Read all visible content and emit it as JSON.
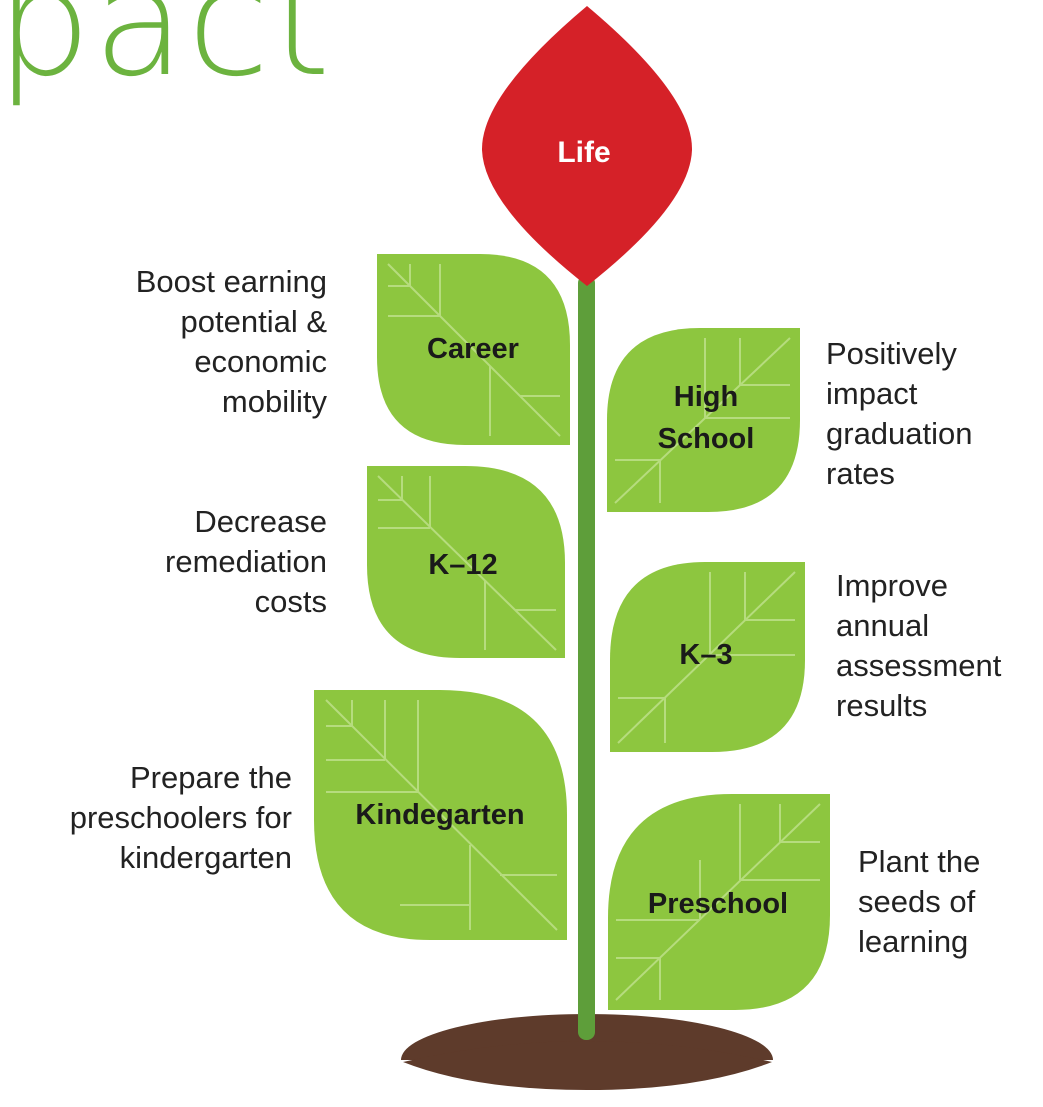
{
  "title": "pact",
  "colors": {
    "leaf": "#8dc63f",
    "leaf_vein": "#b6dc7e",
    "stem": "#5e9e3a",
    "flower": "#d52128",
    "soil": "#5e3b2b",
    "title": "#6cb33f"
  },
  "flower": {
    "label": "Life"
  },
  "leaves": [
    {
      "label": "Career",
      "side": "left"
    },
    {
      "label": "High\nSchool",
      "side": "right"
    },
    {
      "label": "K–12",
      "side": "left"
    },
    {
      "label": "K–3",
      "side": "right"
    },
    {
      "label": "Kindegarten",
      "side": "left"
    },
    {
      "label": "Preschool",
      "side": "right"
    }
  ],
  "descriptions": {
    "career": "Boost earning\npotential &\neconomic\nmobility",
    "high_school": "Positively\nimpact\ngraduation\nrates",
    "k12": "Decrease\nremediation\ncosts",
    "k3": "Improve\nannual\nassessment\nresults",
    "kindergarten": "Prepare the\npreschoolers for\nkindergarten",
    "preschool": "Plant the\nseeds of\nlearning"
  }
}
